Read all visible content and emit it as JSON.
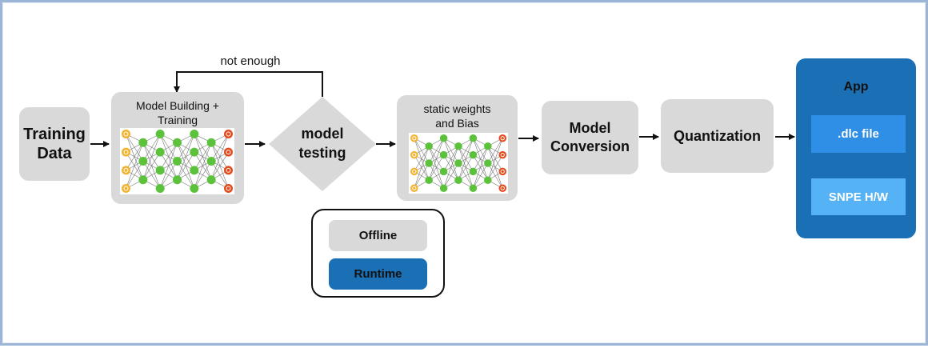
{
  "nodes": {
    "training_data": "Training\nData",
    "model_building": "Model Building +\nTraining",
    "model_testing": "model\ntesting",
    "static_weights": "static weights\nand Bias",
    "model_conversion": "Model\nConversion",
    "quantization": "Quantization",
    "app": "App",
    "dlc_file": ".dlc file",
    "snpe_hw": "SNPE H/W"
  },
  "feedback_label": "not enough",
  "legend": {
    "offline": "Offline",
    "runtime": "Runtime"
  },
  "colors": {
    "offline_gray": "#d9d9d9",
    "runtime_blue": "#1a6fb5",
    "inner_blue": "#2f8fe6",
    "light_blue": "#55b3f5",
    "neuron_input": "#f2b330",
    "neuron_hidden": "#5cc23b",
    "neuron_output": "#e34a1c"
  }
}
